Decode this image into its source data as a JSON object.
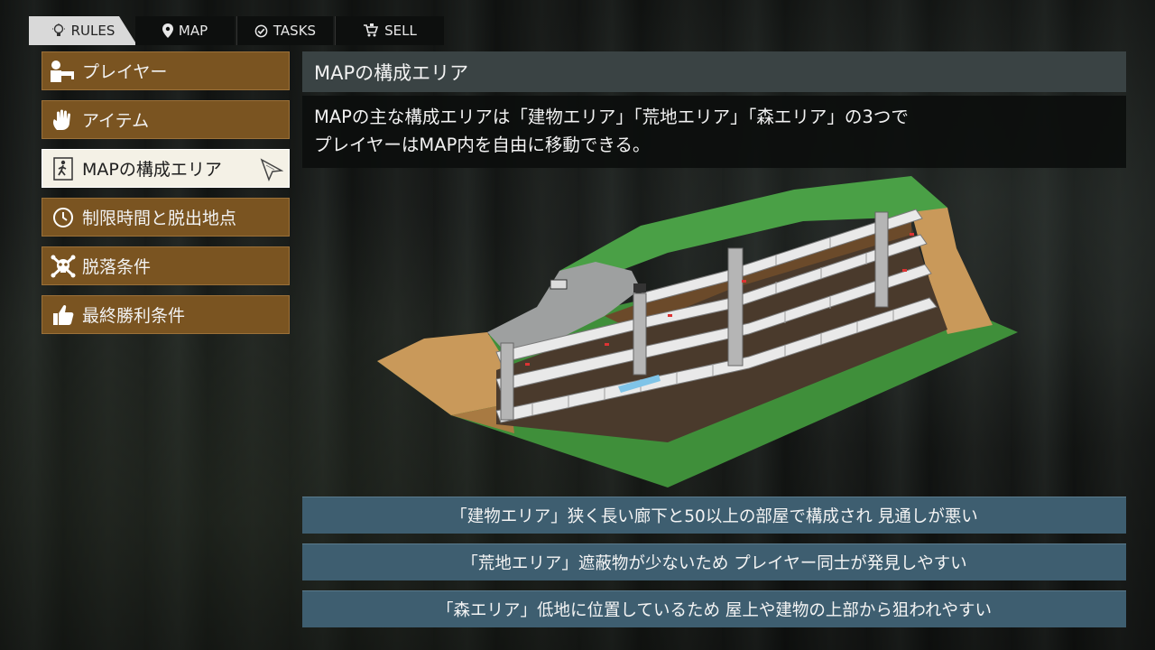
{
  "tabs": [
    {
      "label": "RULES",
      "icon": "lightbulb-icon",
      "active": true
    },
    {
      "label": "MAP",
      "icon": "map-pin-icon",
      "active": false
    },
    {
      "label": "TASKS",
      "icon": "check-circle-icon",
      "active": false
    },
    {
      "label": "SELL",
      "icon": "shopping-cart-icon",
      "active": false
    }
  ],
  "sidebar": {
    "items": [
      {
        "label": "プレイヤー",
        "icon": "gunman-icon"
      },
      {
        "label": "アイテム",
        "icon": "hand-icon"
      },
      {
        "label": "MAPの構成エリア",
        "icon": "exit-door-icon",
        "active": true
      },
      {
        "label": "制限時間と脱出地点",
        "icon": "clock-icon"
      },
      {
        "label": "脱落条件",
        "icon": "skull-crossbones-icon"
      },
      {
        "label": "最終勝利条件",
        "icon": "thumbs-up-icon"
      }
    ]
  },
  "main": {
    "title": "MAPの構成エリア",
    "description_line1": "MAPの主な構成エリアは「建物エリア」「荒地エリア」「森エリア」の3つで",
    "description_line2": "プレイヤーはMAP内を自由に移動できる。",
    "notes": [
      "「建物エリア」狭く長い廊下と50以上の部屋で構成され 見通しが悪い",
      "「荒地エリア」遮蔽物が少ないため プレイヤー同士が発見しやすい",
      "「森エリア」低地に位置しているため 屋上や建物の上部から狙われやすい"
    ]
  },
  "colors": {
    "sidebar_item": "#7a5421",
    "sidebar_active": "#f4f1e6",
    "title_bar": "#3a4344",
    "note_bar": "#3e5e70",
    "grass": "#3f8f3a",
    "dirt": "#c9995a"
  }
}
